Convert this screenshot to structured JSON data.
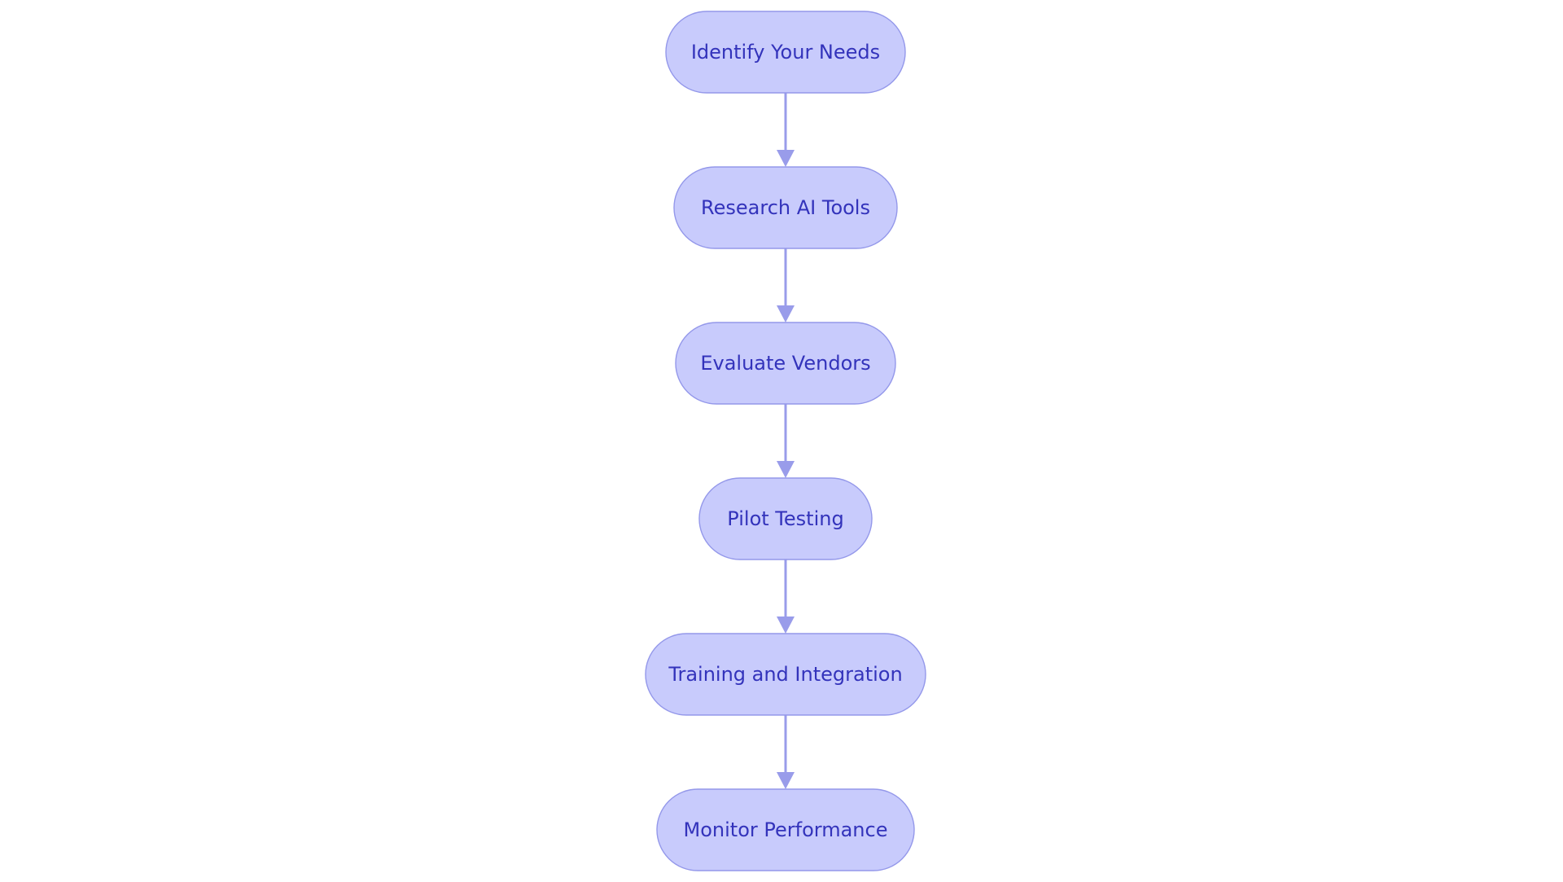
{
  "diagram": {
    "type": "flowchart",
    "direction": "top-to-bottom",
    "colors": {
      "node_fill": "#c8cbfc",
      "node_border": "#9498ea",
      "node_text": "#3333bb",
      "edge": "#999cea"
    },
    "nodes": [
      {
        "id": "identify",
        "label": "Identify Your Needs"
      },
      {
        "id": "research",
        "label": "Research AI Tools"
      },
      {
        "id": "evaluate",
        "label": "Evaluate Vendors"
      },
      {
        "id": "pilot",
        "label": "Pilot Testing"
      },
      {
        "id": "training",
        "label": "Training and Integration"
      },
      {
        "id": "monitor",
        "label": "Monitor Performance"
      }
    ],
    "edges": [
      {
        "from": "identify",
        "to": "research"
      },
      {
        "from": "research",
        "to": "evaluate"
      },
      {
        "from": "evaluate",
        "to": "pilot"
      },
      {
        "from": "pilot",
        "to": "training"
      },
      {
        "from": "training",
        "to": "monitor"
      }
    ]
  }
}
